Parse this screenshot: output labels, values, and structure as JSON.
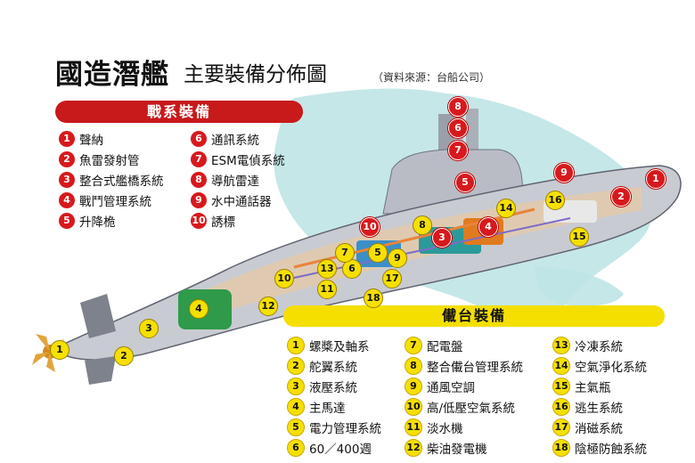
{
  "title": {
    "main": "國造潛艦",
    "sub": "主要裝備分佈圖",
    "source": "（資料來源：台船公司）"
  },
  "sections": {
    "combat": {
      "header": "戰系裝備",
      "items": [
        {
          "num": "1",
          "label": "聲納"
        },
        {
          "num": "2",
          "label": "魚雷發射管"
        },
        {
          "num": "3",
          "label": "整合式艦橋系統"
        },
        {
          "num": "4",
          "label": "戰鬥管理系統"
        },
        {
          "num": "5",
          "label": "升降桅"
        },
        {
          "num": "6",
          "label": "通訊系統"
        },
        {
          "num": "7",
          "label": "ESM電偵系統"
        },
        {
          "num": "8",
          "label": "導航雷達"
        },
        {
          "num": "9",
          "label": "水中通話器"
        },
        {
          "num": "10",
          "label": "誘標"
        }
      ]
    },
    "platform": {
      "header": "儎台裝備",
      "items": [
        {
          "num": "1",
          "label": "螺槳及軸系"
        },
        {
          "num": "2",
          "label": "舵翼系統"
        },
        {
          "num": "3",
          "label": "液壓系統"
        },
        {
          "num": "4",
          "label": "主馬達"
        },
        {
          "num": "5",
          "label": "電力管理系統"
        },
        {
          "num": "6",
          "label": "60／400週"
        },
        {
          "num": "7",
          "label": "配電盤"
        },
        {
          "num": "8",
          "label": "整合儎台管理系統"
        },
        {
          "num": "9",
          "label": "通風空調"
        },
        {
          "num": "10",
          "label": "高/低壓空氣系統"
        },
        {
          "num": "11",
          "label": "淡水機"
        },
        {
          "num": "12",
          "label": "柴油發電機"
        },
        {
          "num": "13",
          "label": "冷凍系統"
        },
        {
          "num": "14",
          "label": "空氣淨化系統"
        },
        {
          "num": "15",
          "label": "主氣瓶"
        },
        {
          "num": "16",
          "label": "逃生系統"
        },
        {
          "num": "17",
          "label": "消磁系統"
        },
        {
          "num": "18",
          "label": "陰極防蝕系統"
        }
      ]
    }
  },
  "diagram_markers": {
    "red": [
      "1",
      "2",
      "3",
      "4",
      "5",
      "6",
      "7",
      "8",
      "9",
      "10"
    ],
    "yellow": [
      "1",
      "2",
      "3",
      "4",
      "5",
      "6",
      "7",
      "8",
      "9",
      "10",
      "11",
      "12",
      "13",
      "14",
      "15",
      "16",
      "17",
      "18"
    ]
  },
  "colors": {
    "combat_accent": "#c8191b",
    "platform_accent": "#f4df00",
    "hull": "#c4c6cd",
    "map": "#bfe4e6"
  },
  "icons": [
    "propeller-icon"
  ]
}
